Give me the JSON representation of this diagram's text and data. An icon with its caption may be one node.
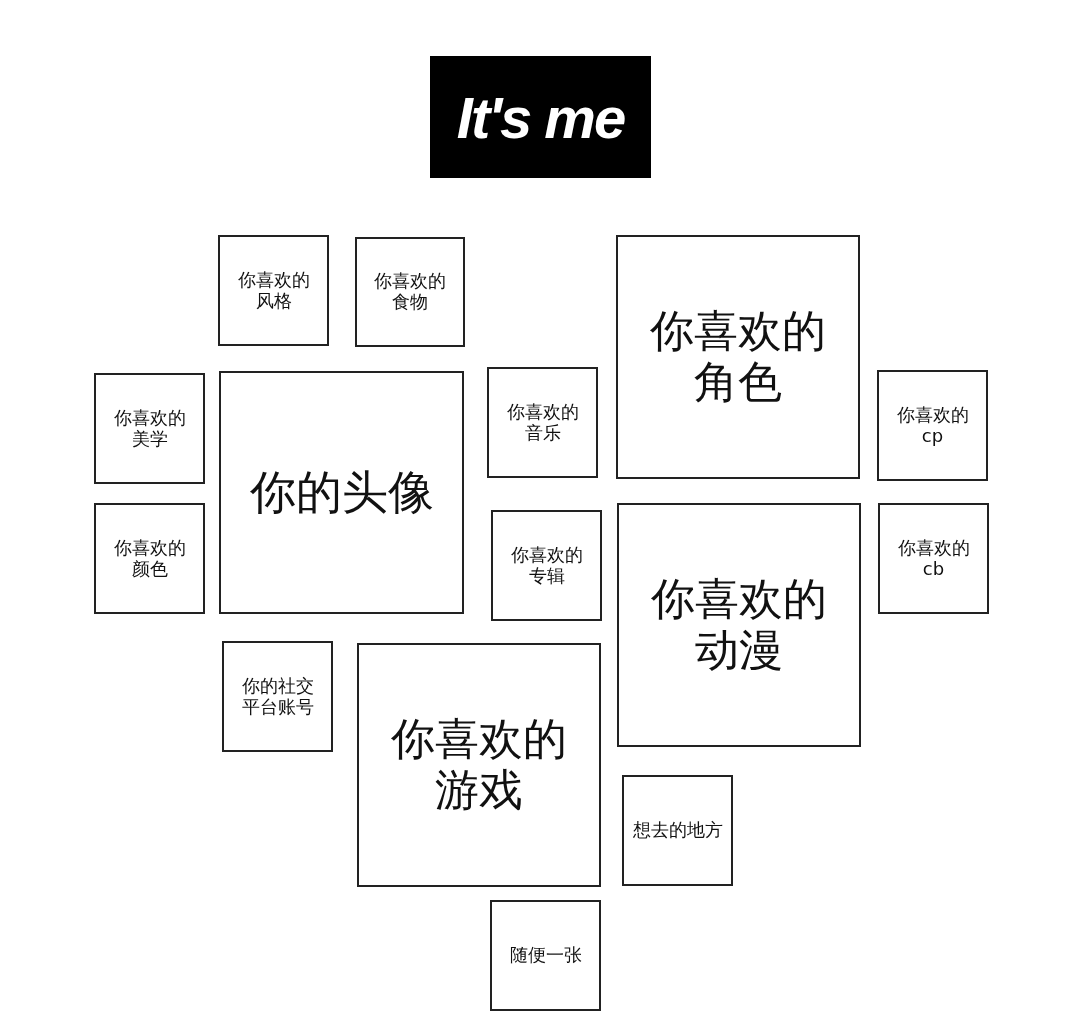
{
  "diagram": {
    "title": "It's me",
    "nodes": [
      {
        "text": [
          "你喜欢的风格"
        ]
      },
      {
        "text": [
          "你喜欢的食物"
        ]
      },
      {
        "text": [
          "你喜欢的角色"
        ]
      },
      {
        "text": [
          "你喜欢的美学"
        ]
      },
      {
        "text": [
          "你的头像"
        ]
      },
      {
        "text": [
          "你喜欢的音乐"
        ]
      },
      {
        "text": [
          "你喜欢的cp"
        ]
      },
      {
        "text": [
          "你喜欢的颜色"
        ]
      },
      {
        "text": [
          "你喜欢的专辑"
        ]
      },
      {
        "text": [
          "你喜欢的动漫"
        ]
      },
      {
        "text": [
          "你喜欢的cb"
        ]
      },
      {
        "text": [
          "你的社交平台账号"
        ]
      },
      {
        "text": [
          "你喜欢的游戏"
        ]
      },
      {
        "text": [
          "想去的地方"
        ]
      },
      {
        "text": [
          "随便一张"
        ]
      }
    ]
  }
}
